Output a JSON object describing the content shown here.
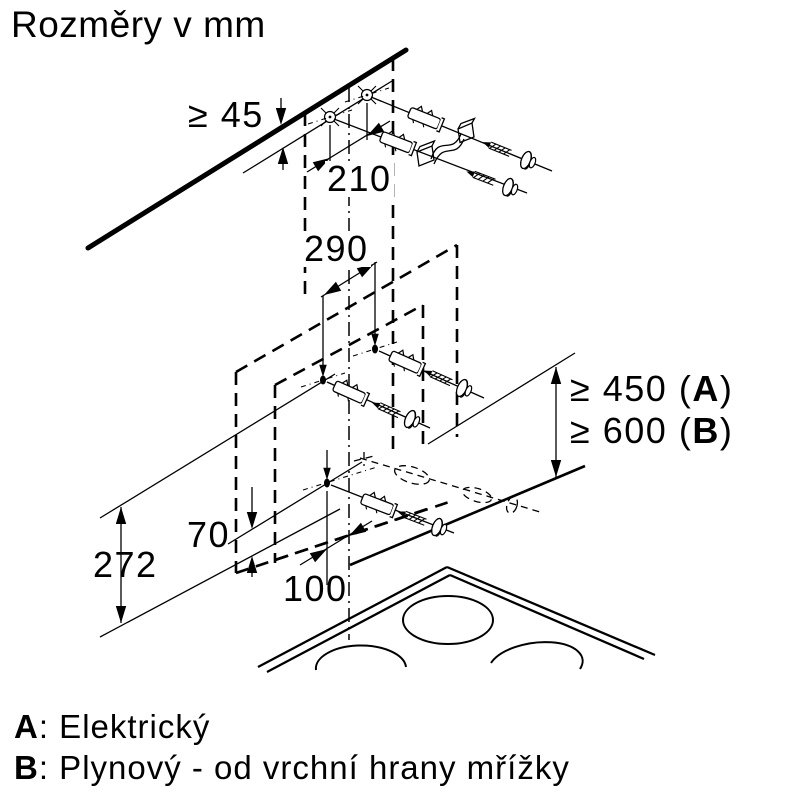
{
  "title": "Rozměry v mm",
  "dimensions": {
    "ceiling_gap": "≥ 45",
    "top_holes_spacing": "210",
    "hood_holes_spacing": "290",
    "clearance_a": {
      "prefix": "≥ 450 (",
      "letter": "A",
      "suffix": ")"
    },
    "clearance_b": {
      "prefix": "≥ 600 (",
      "letter": "B",
      "suffix": ")"
    },
    "wall_band_height": "272",
    "hood_bottom_gap": "70",
    "lower_hole_offset": "100"
  },
  "legend": {
    "a": {
      "letter": "A",
      "text": ": Elektrický"
    },
    "b": {
      "letter": "B",
      "text": ": Plynový - od vrchní hrany mřížky"
    }
  },
  "icons": [
    "ceiling-line",
    "chimney-outline-dashed",
    "center-axis-line",
    "wall-anchor-icon",
    "screw-icon",
    "washer-icon",
    "mounting-bracket-icon",
    "drill-hole-icon",
    "dimension-arrow-icon",
    "hob-icon",
    "burner-icon"
  ],
  "colors": {
    "ink": "#000000",
    "background": "#ffffff"
  }
}
